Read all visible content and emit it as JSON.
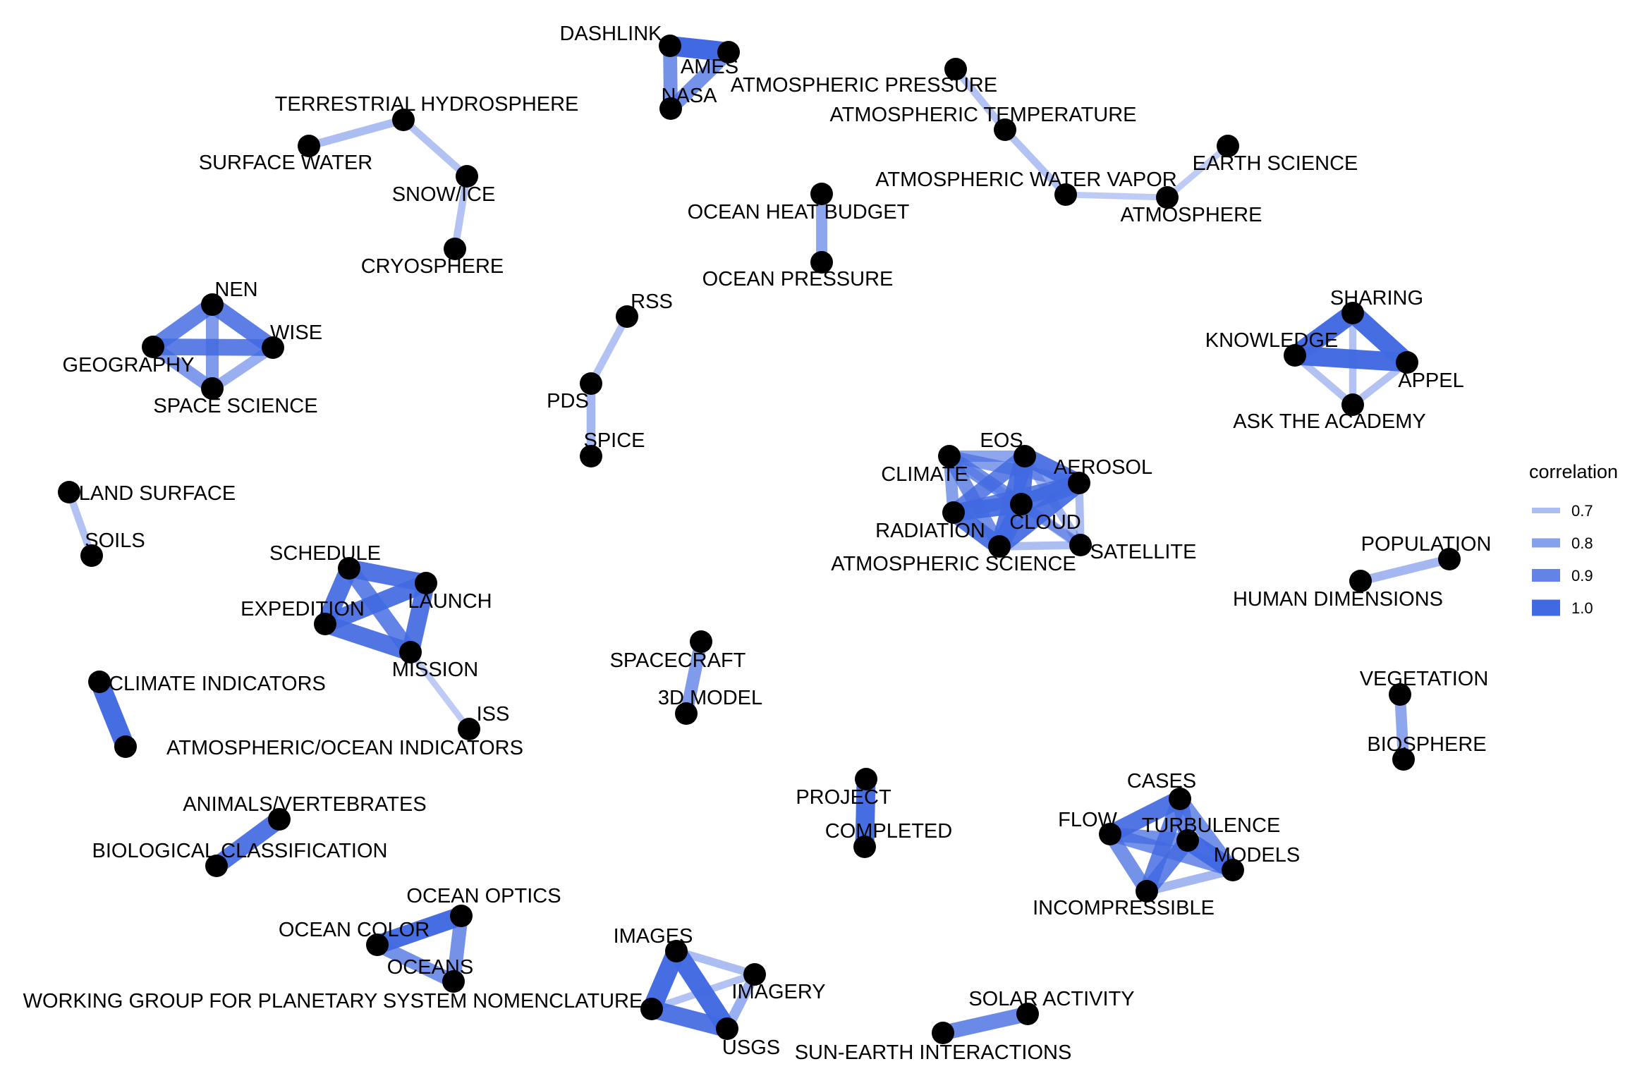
{
  "colors": {
    "edge": "#4169E1",
    "node": "#000000",
    "label": "#000000",
    "background": "#ffffff"
  },
  "chart_data": {
    "type": "network",
    "legend": {
      "title": "correlation",
      "placement": "right",
      "items": [
        {
          "label": "0.7",
          "value": 0.7
        },
        {
          "label": "0.8",
          "value": 0.8
        },
        {
          "label": "0.9",
          "value": 0.9
        },
        {
          "label": "1.0",
          "value": 1.0
        }
      ]
    },
    "nodes": [
      {
        "id": "dashlink",
        "label": "DASHLINK"
      },
      {
        "id": "ames",
        "label": "AMES"
      },
      {
        "id": "nasa",
        "label": "NASA"
      },
      {
        "id": "atm_pressure",
        "label": "ATMOSPHERIC PRESSURE"
      },
      {
        "id": "atm_temperature",
        "label": "ATMOSPHERIC TEMPERATURE"
      },
      {
        "id": "atm_water_vapor",
        "label": "ATMOSPHERIC WATER VAPOR"
      },
      {
        "id": "atmosphere",
        "label": "ATMOSPHERE"
      },
      {
        "id": "earth_science",
        "label": "EARTH SCIENCE"
      },
      {
        "id": "terr_hydrosphere",
        "label": "TERRESTRIAL HYDROSPHERE"
      },
      {
        "id": "surface_water",
        "label": "SURFACE WATER"
      },
      {
        "id": "snow_ice",
        "label": "SNOW/ICE"
      },
      {
        "id": "cryosphere",
        "label": "CRYOSPHERE"
      },
      {
        "id": "ocean_heat_budget",
        "label": "OCEAN HEAT BUDGET"
      },
      {
        "id": "ocean_pressure",
        "label": "OCEAN PRESSURE"
      },
      {
        "id": "nen",
        "label": "NEN"
      },
      {
        "id": "wise",
        "label": "WISE"
      },
      {
        "id": "geography",
        "label": "GEOGRAPHY"
      },
      {
        "id": "space_science",
        "label": "SPACE SCIENCE"
      },
      {
        "id": "rss",
        "label": "RSS"
      },
      {
        "id": "pds",
        "label": "PDS"
      },
      {
        "id": "spice",
        "label": "SPICE"
      },
      {
        "id": "sharing",
        "label": "SHARING"
      },
      {
        "id": "knowledge",
        "label": "KNOWLEDGE"
      },
      {
        "id": "appel",
        "label": "APPEL"
      },
      {
        "id": "ask_academy",
        "label": "ASK THE ACADEMY"
      },
      {
        "id": "eos",
        "label": "EOS"
      },
      {
        "id": "climate",
        "label": "CLIMATE"
      },
      {
        "id": "aerosol",
        "label": "AEROSOL"
      },
      {
        "id": "radiation",
        "label": "RADIATION"
      },
      {
        "id": "cloud",
        "label": "CLOUD"
      },
      {
        "id": "atm_science",
        "label": "ATMOSPHERIC SCIENCE"
      },
      {
        "id": "satellite",
        "label": "SATELLITE"
      },
      {
        "id": "land_surface",
        "label": "LAND SURFACE"
      },
      {
        "id": "soils",
        "label": "SOILS"
      },
      {
        "id": "schedule",
        "label": "SCHEDULE"
      },
      {
        "id": "launch",
        "label": "LAUNCH"
      },
      {
        "id": "expedition",
        "label": "EXPEDITION"
      },
      {
        "id": "mission",
        "label": "MISSION"
      },
      {
        "id": "iss",
        "label": "ISS"
      },
      {
        "id": "population",
        "label": "POPULATION"
      },
      {
        "id": "human_dimensions",
        "label": "HUMAN DIMENSIONS"
      },
      {
        "id": "climate_indicators",
        "label": "CLIMATE INDICATORS"
      },
      {
        "id": "atm_ocean_indicators",
        "label": "ATMOSPHERIC/OCEAN INDICATORS"
      },
      {
        "id": "spacecraft",
        "label": "SPACECRAFT"
      },
      {
        "id": "model_3d",
        "label": "3D MODEL"
      },
      {
        "id": "vegetation",
        "label": "VEGETATION"
      },
      {
        "id": "biosphere",
        "label": "BIOSPHERE"
      },
      {
        "id": "project",
        "label": "PROJECT"
      },
      {
        "id": "completed",
        "label": "COMPLETED"
      },
      {
        "id": "animals_vertebrates",
        "label": "ANIMALS/VERTEBRATES"
      },
      {
        "id": "bio_classification",
        "label": "BIOLOGICAL CLASSIFICATION"
      },
      {
        "id": "cases",
        "label": "CASES"
      },
      {
        "id": "flow",
        "label": "FLOW"
      },
      {
        "id": "turbulence",
        "label": "TURBULENCE"
      },
      {
        "id": "models",
        "label": "MODELS"
      },
      {
        "id": "incompressible",
        "label": "INCOMPRESSIBLE"
      },
      {
        "id": "ocean_optics",
        "label": "OCEAN OPTICS"
      },
      {
        "id": "ocean_color",
        "label": "OCEAN COLOR"
      },
      {
        "id": "oceans",
        "label": "OCEANS"
      },
      {
        "id": "wgpsn",
        "label": "WORKING GROUP FOR PLANETARY SYSTEM NOMENCLATURE"
      },
      {
        "id": "images",
        "label": "IMAGES"
      },
      {
        "id": "imagery",
        "label": "IMAGERY"
      },
      {
        "id": "usgs",
        "label": "USGS"
      },
      {
        "id": "solar_activity",
        "label": "SOLAR ACTIVITY"
      },
      {
        "id": "sun_earth",
        "label": "SUN-EARTH INTERACTIONS"
      }
    ],
    "edges": [
      {
        "source": "dashlink",
        "target": "ames",
        "correlation": 1.0
      },
      {
        "source": "dashlink",
        "target": "nasa",
        "correlation": 0.85
      },
      {
        "source": "ames",
        "target": "nasa",
        "correlation": 0.85
      },
      {
        "source": "atm_pressure",
        "target": "atm_temperature",
        "correlation": 0.68
      },
      {
        "source": "atm_temperature",
        "target": "atm_water_vapor",
        "correlation": 0.68
      },
      {
        "source": "atm_water_vapor",
        "target": "atmosphere",
        "correlation": 0.65
      },
      {
        "source": "atmosphere",
        "target": "earth_science",
        "correlation": 0.65
      },
      {
        "source": "terr_hydrosphere",
        "target": "surface_water",
        "correlation": 0.7
      },
      {
        "source": "terr_hydrosphere",
        "target": "snow_ice",
        "correlation": 0.68
      },
      {
        "source": "snow_ice",
        "target": "cryosphere",
        "correlation": 0.68
      },
      {
        "source": "ocean_heat_budget",
        "target": "ocean_pressure",
        "correlation": 0.78
      },
      {
        "source": "nen",
        "target": "wise",
        "correlation": 0.92
      },
      {
        "source": "nen",
        "target": "geography",
        "correlation": 0.9
      },
      {
        "source": "nen",
        "target": "space_science",
        "correlation": 0.82
      },
      {
        "source": "geography",
        "target": "wise",
        "correlation": 0.92
      },
      {
        "source": "geography",
        "target": "space_science",
        "correlation": 0.82
      },
      {
        "source": "wise",
        "target": "space_science",
        "correlation": 0.75
      },
      {
        "source": "rss",
        "target": "pds",
        "correlation": 0.68
      },
      {
        "source": "pds",
        "target": "spice",
        "correlation": 0.72
      },
      {
        "source": "sharing",
        "target": "knowledge",
        "correlation": 0.98
      },
      {
        "source": "sharing",
        "target": "appel",
        "correlation": 0.98
      },
      {
        "source": "knowledge",
        "target": "appel",
        "correlation": 0.98
      },
      {
        "source": "sharing",
        "target": "ask_academy",
        "correlation": 0.68
      },
      {
        "source": "knowledge",
        "target": "ask_academy",
        "correlation": 0.68
      },
      {
        "source": "appel",
        "target": "ask_academy",
        "correlation": 0.68
      },
      {
        "source": "climate",
        "target": "eos",
        "correlation": 0.78
      },
      {
        "source": "climate",
        "target": "radiation",
        "correlation": 0.8
      },
      {
        "source": "climate",
        "target": "cloud",
        "correlation": 0.85
      },
      {
        "source": "climate",
        "target": "aerosol",
        "correlation": 0.8
      },
      {
        "source": "climate",
        "target": "atm_science",
        "correlation": 0.85
      },
      {
        "source": "climate",
        "target": "satellite",
        "correlation": 0.7
      },
      {
        "source": "eos",
        "target": "aerosol",
        "correlation": 0.95
      },
      {
        "source": "eos",
        "target": "cloud",
        "correlation": 0.95
      },
      {
        "source": "eos",
        "target": "radiation",
        "correlation": 0.9
      },
      {
        "source": "eos",
        "target": "atm_science",
        "correlation": 0.95
      },
      {
        "source": "eos",
        "target": "satellite",
        "correlation": 0.72
      },
      {
        "source": "aerosol",
        "target": "cloud",
        "correlation": 0.95
      },
      {
        "source": "aerosol",
        "target": "atm_science",
        "correlation": 0.95
      },
      {
        "source": "aerosol",
        "target": "radiation",
        "correlation": 0.9
      },
      {
        "source": "aerosol",
        "target": "satellite",
        "correlation": 0.7
      },
      {
        "source": "radiation",
        "target": "cloud",
        "correlation": 0.95
      },
      {
        "source": "radiation",
        "target": "atm_science",
        "correlation": 0.95
      },
      {
        "source": "cloud",
        "target": "atm_science",
        "correlation": 0.95
      },
      {
        "source": "cloud",
        "target": "satellite",
        "correlation": 0.75
      },
      {
        "source": "atm_science",
        "target": "satellite",
        "correlation": 0.7
      },
      {
        "source": "land_surface",
        "target": "soils",
        "correlation": 0.68
      },
      {
        "source": "schedule",
        "target": "launch",
        "correlation": 0.95
      },
      {
        "source": "schedule",
        "target": "expedition",
        "correlation": 0.95
      },
      {
        "source": "schedule",
        "target": "mission",
        "correlation": 0.9
      },
      {
        "source": "launch",
        "target": "expedition",
        "correlation": 0.95
      },
      {
        "source": "launch",
        "target": "mission",
        "correlation": 0.95
      },
      {
        "source": "expedition",
        "target": "mission",
        "correlation": 0.95
      },
      {
        "source": "mission",
        "target": "iss",
        "correlation": 0.65
      },
      {
        "source": "population",
        "target": "human_dimensions",
        "correlation": 0.72
      },
      {
        "source": "climate_indicators",
        "target": "atm_ocean_indicators",
        "correlation": 0.98
      },
      {
        "source": "spacecraft",
        "target": "model_3d",
        "correlation": 0.82
      },
      {
        "source": "vegetation",
        "target": "biosphere",
        "correlation": 0.78
      },
      {
        "source": "project",
        "target": "completed",
        "correlation": 0.98
      },
      {
        "source": "animals_vertebrates",
        "target": "bio_classification",
        "correlation": 0.95
      },
      {
        "source": "cases",
        "target": "flow",
        "correlation": 0.95
      },
      {
        "source": "cases",
        "target": "turbulence",
        "correlation": 0.9
      },
      {
        "source": "cases",
        "target": "models",
        "correlation": 0.85
      },
      {
        "source": "cases",
        "target": "incompressible",
        "correlation": 0.9
      },
      {
        "source": "flow",
        "target": "turbulence",
        "correlation": 0.85
      },
      {
        "source": "flow",
        "target": "models",
        "correlation": 0.85
      },
      {
        "source": "flow",
        "target": "incompressible",
        "correlation": 0.85
      },
      {
        "source": "turbulence",
        "target": "models",
        "correlation": 0.98
      },
      {
        "source": "turbulence",
        "target": "incompressible",
        "correlation": 0.9
      },
      {
        "source": "models",
        "target": "incompressible",
        "correlation": 0.72
      },
      {
        "source": "ocean_optics",
        "target": "ocean_color",
        "correlation": 0.98
      },
      {
        "source": "ocean_optics",
        "target": "oceans",
        "correlation": 0.85
      },
      {
        "source": "ocean_color",
        "target": "oceans",
        "correlation": 0.85
      },
      {
        "source": "images",
        "target": "imagery",
        "correlation": 0.7
      },
      {
        "source": "images",
        "target": "usgs",
        "correlation": 0.98
      },
      {
        "source": "images",
        "target": "wgpsn",
        "correlation": 0.98
      },
      {
        "source": "imagery",
        "target": "usgs",
        "correlation": 0.75
      },
      {
        "source": "imagery",
        "target": "wgpsn",
        "correlation": 0.68
      },
      {
        "source": "usgs",
        "target": "wgpsn",
        "correlation": 0.95
      },
      {
        "source": "solar_activity",
        "target": "sun_earth",
        "correlation": 0.88
      }
    ]
  }
}
